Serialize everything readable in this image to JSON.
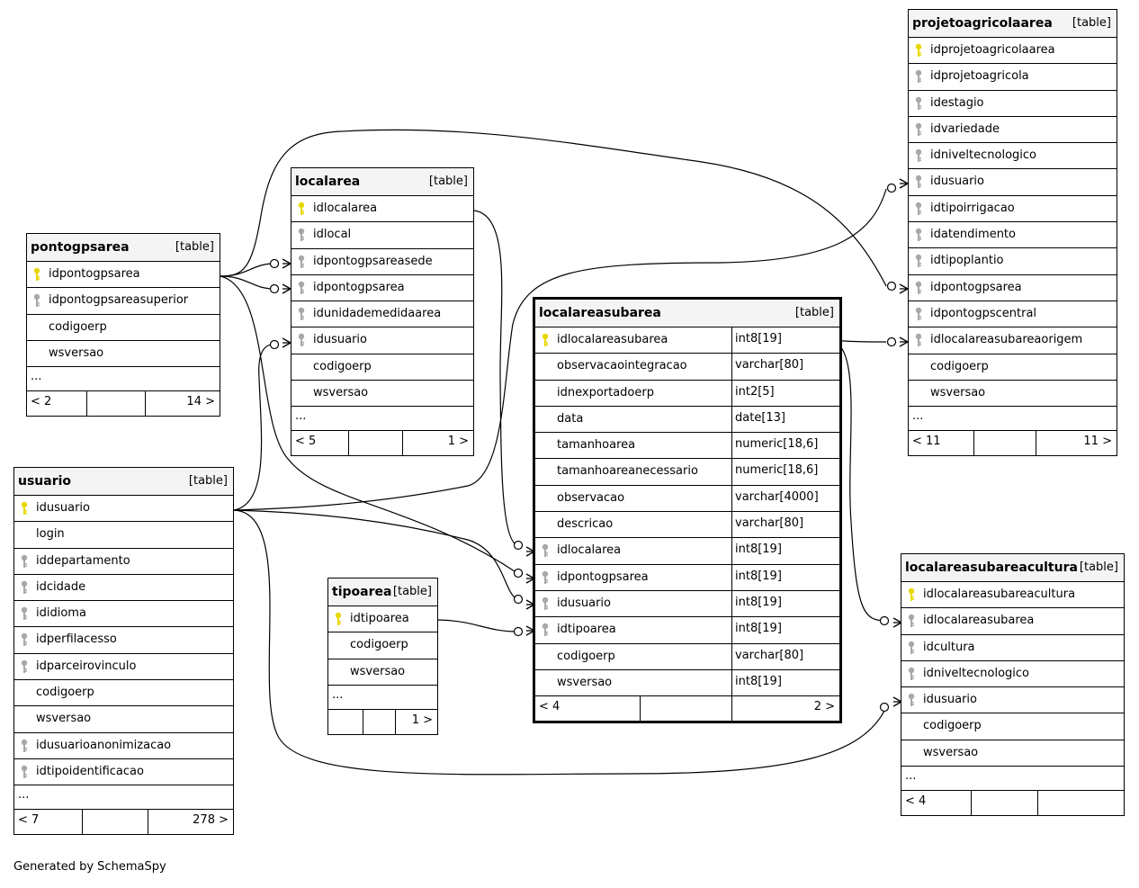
{
  "credit": "Generated by SchemaSpy",
  "tables": {
    "projetoagricolaarea": {
      "name": "projetoagricolaarea",
      "tag": "[table]",
      "columns": [
        {
          "name": "idprojetoagricolaarea",
          "key": "primary"
        },
        {
          "name": "idprojetoagricola",
          "key": "foreign"
        },
        {
          "name": "idestagio",
          "key": "foreign"
        },
        {
          "name": "idvariedade",
          "key": "foreign"
        },
        {
          "name": "idniveltecnologico",
          "key": "foreign"
        },
        {
          "name": "idusuario",
          "key": "foreign"
        },
        {
          "name": "idtipoirrigacao",
          "key": "foreign"
        },
        {
          "name": "idatendimento",
          "key": "foreign"
        },
        {
          "name": "idtipoplantio",
          "key": "foreign"
        },
        {
          "name": "idpontogpsarea",
          "key": "foreign"
        },
        {
          "name": "idpontogpscentral",
          "key": "foreign"
        },
        {
          "name": "idlocalareasubareaorigem",
          "key": "foreign"
        },
        {
          "name": "codigoerp",
          "key": "none"
        },
        {
          "name": "wsversao",
          "key": "none"
        }
      ],
      "ellipsis": "...",
      "parents": "< 11",
      "children": "11 >"
    },
    "locarea": {
      "name": "localarea",
      "tag": "[table]",
      "columns": [
        {
          "name": "idlocalarea",
          "key": "primary"
        },
        {
          "name": "idlocal",
          "key": "foreign"
        },
        {
          "name": "idpontogpsareasede",
          "key": "foreign"
        },
        {
          "name": "idpontogpsarea",
          "key": "foreign"
        },
        {
          "name": "idunidademedidaarea",
          "key": "foreign"
        },
        {
          "name": "idusuario",
          "key": "foreign"
        },
        {
          "name": "codigoerp",
          "key": "none"
        },
        {
          "name": "wsversao",
          "key": "none"
        }
      ],
      "ellipsis": "...",
      "parents": "< 5",
      "children": "1 >"
    },
    "pontogpsarea": {
      "name": "pontogpsarea",
      "tag": "[table]",
      "columns": [
        {
          "name": "idpontogpsarea",
          "key": "primary"
        },
        {
          "name": "idpontogpsareasuperior",
          "key": "foreign"
        },
        {
          "name": "codigoerp",
          "key": "none"
        },
        {
          "name": "wsversao",
          "key": "none"
        }
      ],
      "ellipsis": "...",
      "parents": "< 2",
      "children": "14 >"
    },
    "localareasubarea": {
      "name": "localareasubarea",
      "tag": "[table]",
      "columns": [
        {
          "name": "idlocalareasubarea",
          "key": "primary",
          "type": "int8[19]"
        },
        {
          "name": "observacaointegracao",
          "key": "none",
          "type": "varchar[80]"
        },
        {
          "name": "idnexportadoerp",
          "key": "none",
          "type": "int2[5]"
        },
        {
          "name": "data",
          "key": "none",
          "type": "date[13]"
        },
        {
          "name": "tamanhoarea",
          "key": "none",
          "type": "numeric[18,6]"
        },
        {
          "name": "tamanhoareanecessario",
          "key": "none",
          "type": "numeric[18,6]"
        },
        {
          "name": "observacao",
          "key": "none",
          "type": "varchar[4000]"
        },
        {
          "name": "descricao",
          "key": "none",
          "type": "varchar[80]"
        },
        {
          "name": "idlocalarea",
          "key": "foreign",
          "type": "int8[19]"
        },
        {
          "name": "idpontogpsarea",
          "key": "foreign",
          "type": "int8[19]"
        },
        {
          "name": "idusuario",
          "key": "foreign",
          "type": "int8[19]"
        },
        {
          "name": "idtipoarea",
          "key": "foreign",
          "type": "int8[19]"
        },
        {
          "name": "codigoerp",
          "key": "none",
          "type": "varchar[80]"
        },
        {
          "name": "wsversao",
          "key": "none",
          "type": "int8[19]"
        }
      ],
      "parents": "< 4",
      "children": "2 >"
    },
    "usuario": {
      "name": "usuario",
      "tag": "[table]",
      "columns": [
        {
          "name": "idusuario",
          "key": "primary"
        },
        {
          "name": "login",
          "key": "none"
        },
        {
          "name": "iddepartamento",
          "key": "foreign"
        },
        {
          "name": "idcidade",
          "key": "foreign"
        },
        {
          "name": "ididioma",
          "key": "foreign"
        },
        {
          "name": "idperfilacesso",
          "key": "foreign"
        },
        {
          "name": "idparceirovinculo",
          "key": "foreign"
        },
        {
          "name": "codigoerp",
          "key": "none"
        },
        {
          "name": "wsversao",
          "key": "none"
        },
        {
          "name": "idusuarioanonimizacao",
          "key": "foreign"
        },
        {
          "name": "idtipoidentificacao",
          "key": "foreign"
        }
      ],
      "ellipsis": "...",
      "parents": "< 7",
      "children": "278 >"
    },
    "tipoarea": {
      "name": "tipoarea",
      "tag": "[table]",
      "columns": [
        {
          "name": "idtipoarea",
          "key": "primary"
        },
        {
          "name": "codigoerp",
          "key": "none"
        },
        {
          "name": "wsversao",
          "key": "none"
        }
      ],
      "ellipsis": "...",
      "parents": "",
      "children": "1 >"
    },
    "localareasubareacultura": {
      "name": "localareasubareacultura",
      "tag": "[table]",
      "columns": [
        {
          "name": "idlocalareasubareacultura",
          "key": "primary"
        },
        {
          "name": "idlocalareasubarea",
          "key": "foreign"
        },
        {
          "name": "idcultura",
          "key": "foreign"
        },
        {
          "name": "idniveltecnologico",
          "key": "foreign"
        },
        {
          "name": "idusuario",
          "key": "foreign"
        },
        {
          "name": "codigoerp",
          "key": "none"
        },
        {
          "name": "wsversao",
          "key": "none"
        }
      ],
      "ellipsis": "...",
      "parents": "< 4",
      "children": ""
    }
  },
  "colors": {
    "primary_key": "#e8d800",
    "foreign_key": "#a8a8a8",
    "header_bg": "#f4f4f4",
    "line": "#000000"
  }
}
